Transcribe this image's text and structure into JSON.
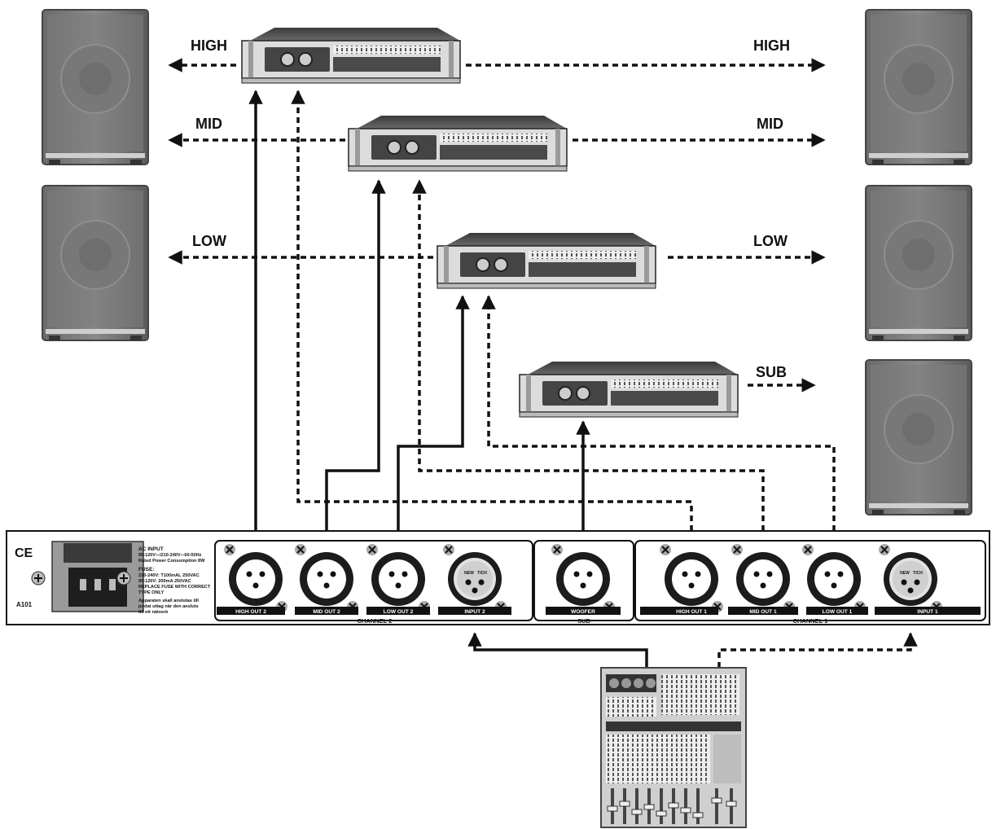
{
  "signal_labels": {
    "high_left": "HIGH",
    "high_right": "HIGH",
    "mid_left": "MID",
    "mid_right": "MID",
    "low_left": "LOW",
    "low_right": "LOW",
    "sub_right": "SUB"
  },
  "crossover": {
    "model": "A101",
    "ce_mark": "CE",
    "ac_input_title": "AC INPUT",
    "ac_input_line1": "95-120V∼/210-240V∼60-50Hz",
    "ac_input_line2": "Rated Power Consumption 8W",
    "fuse_title": "FUSE:",
    "fuse_line1": "210-240V: T100mAL 250VAC",
    "fuse_line2": "95-120V: 200mA 250VAC",
    "fuse_line3": "REPLACE FUSE WITH CORRECT",
    "fuse_line4": "TYPE ONLY",
    "warning_line1": "Apparaten skall anslutas till",
    "warning_line2": "jordat uttag när den ansluts",
    "warning_line3": "till ett nätverk",
    "group_channel2": "CHANNEL 2",
    "group_sub": "SUB",
    "group_channel1": "CHANNEL 1",
    "connectors": [
      "HIGH OUT 2",
      "MID OUT 2",
      "LOW OUT 2",
      "INPUT 2",
      "WOOFER",
      "HIGH OUT 1",
      "MID OUT 1",
      "LOW OUT 1",
      "INPUT 1"
    ]
  },
  "icons": [
    "speaker-icon",
    "amplifier-icon",
    "xlr-connector-icon",
    "mixer-icon",
    "power-socket-icon"
  ]
}
